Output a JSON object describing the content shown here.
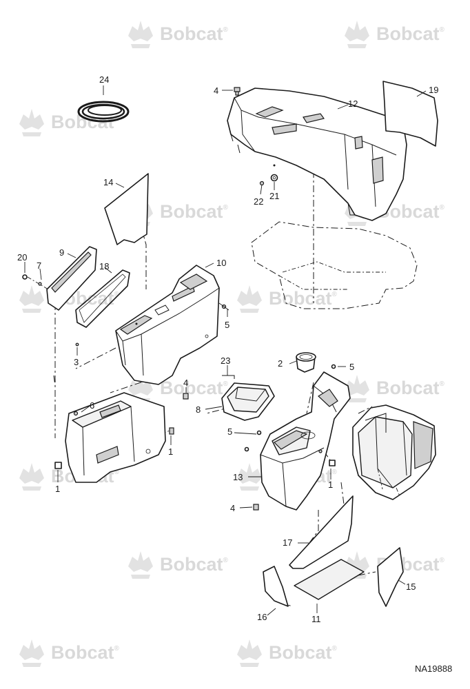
{
  "watermark": {
    "brand": "Bobcat",
    "mark": "®"
  },
  "diagram_code": "NA19888",
  "callouts": {
    "p1": "1",
    "p2": "2",
    "p3": "3",
    "p4": "4",
    "p5": "5",
    "p6": "6",
    "p7": "7",
    "p8": "8",
    "p9": "9",
    "p10": "10",
    "p11": "11",
    "p12": "12",
    "p13": "13",
    "p14": "14",
    "p15": "15",
    "p16": "16",
    "p17": "17",
    "p18": "18",
    "p19": "19",
    "p20": "20",
    "p21": "21",
    "p22": "22",
    "p23": "23",
    "p24": "24"
  }
}
